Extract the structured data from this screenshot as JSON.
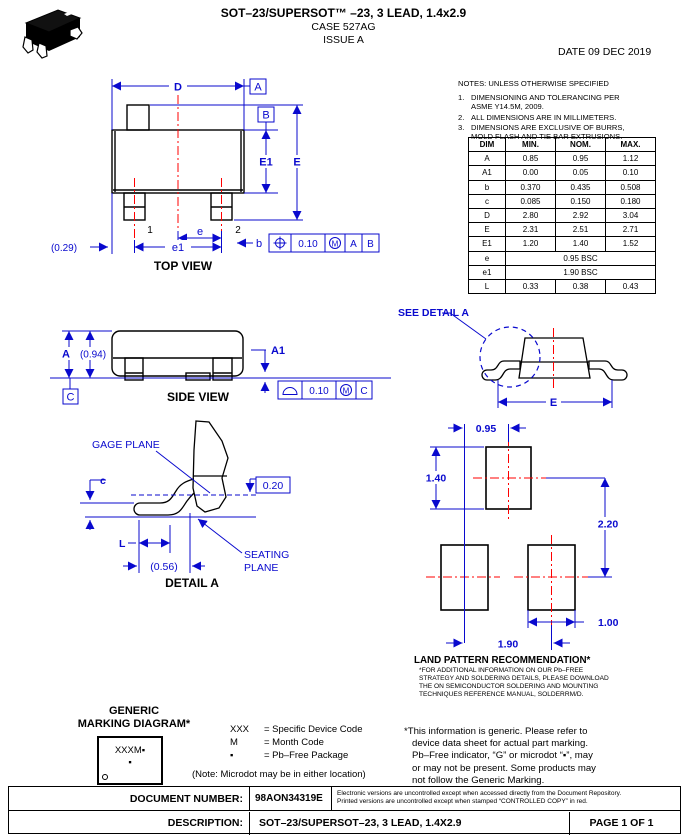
{
  "colors": {
    "dimension_blue": "#0909CE",
    "centerline_red": "#FF0000",
    "ink_black": "#000000"
  },
  "header": {
    "title_line1": "SOT–23/SUPERSOT™ –23, 3 LEAD, 1.4x2.9",
    "title_line2": "CASE 527AG",
    "title_line3": "ISSUE A",
    "date": "DATE 09 DEC 2019"
  },
  "notes": {
    "heading": "NOTES: UNLESS OTHERWISE SPECIFIED",
    "items": [
      {
        "num": "1.",
        "line1": "DIMENSIONING AND TOLERANCING PER",
        "line2": "ASME Y14.5M, 2009."
      },
      {
        "num": "2.",
        "line1": "ALL DIMENSIONS ARE IN MILLIMETERS.",
        "line2": ""
      },
      {
        "num": "3.",
        "line1": "DIMENSIONS ARE EXCLUSIVE OF BURRS,",
        "line2": "MOLD FLASH AND TIE BAR EXTRUSIONS."
      }
    ]
  },
  "dim_table": {
    "headers": [
      "DIM",
      "MIN.",
      "NOM.",
      "MAX."
    ],
    "rows": [
      {
        "dim": "A",
        "min": "0.85",
        "nom": "0.95",
        "max": "1.12"
      },
      {
        "dim": "A1",
        "min": "0.00",
        "nom": "0.05",
        "max": "0.10"
      },
      {
        "dim": "b",
        "min": "0.370",
        "nom": "0.435",
        "max": "0.508"
      },
      {
        "dim": "c",
        "min": "0.085",
        "nom": "0.150",
        "max": "0.180"
      },
      {
        "dim": "D",
        "min": "2.80",
        "nom": "2.92",
        "max": "3.04"
      },
      {
        "dim": "E",
        "min": "2.31",
        "nom": "2.51",
        "max": "2.71"
      },
      {
        "dim": "E1",
        "min": "1.20",
        "nom": "1.40",
        "max": "1.52"
      }
    ],
    "span_rows": [
      {
        "dim": "e",
        "value": "0.95 BSC"
      },
      {
        "dim": "e1",
        "value": "1.90 BSC"
      }
    ],
    "last_row": {
      "dim": "L",
      "min": "0.33",
      "nom": "0.38",
      "max": "0.43"
    }
  },
  "top_view": {
    "caption": "TOP VIEW",
    "dim_d": "D",
    "dim_e": "E",
    "dim_e1": "E1",
    "dim_e_small": "e",
    "dim_e1_small": "e1",
    "datum_a": "A",
    "datum_b": "B",
    "pin1": "1",
    "pin2": "2",
    "ref_029": "(0.29)",
    "b_label": "b",
    "fcf": {
      "tol": "0.10",
      "mod": "M",
      "datum1": "A",
      "datum2": "B"
    }
  },
  "side_view": {
    "caption": "SIDE VIEW",
    "dim_a": "A",
    "ref_094": "(0.94)",
    "dim_a1": "A1",
    "datum_c": "C",
    "fcf": {
      "tol": "0.10",
      "mod": "M",
      "datum": "C"
    }
  },
  "detail_a": {
    "caption": "DETAIL A",
    "gage_plane": "GAGE PLANE",
    "dim_c": "c",
    "ref_020": "0.20",
    "dim_l": "L",
    "ref_056": "(0.56)",
    "seating_1": "SEATING",
    "seating_2": "PLANE"
  },
  "e_view": {
    "see_detail": "SEE DETAIL A",
    "dim_e": "E"
  },
  "land_pattern": {
    "title": "LAND PATTERN RECOMMENDATION*",
    "note_lines": [
      "*FOR ADDITIONAL INFORMATION ON OUR Pb–FREE",
      "STRATEGY AND SOLDERING DETAILS, PLEASE DOWNLOAD",
      "THE ON SEMICONDUCTOR SOLDERING AND MOUNTING",
      "TECHNIQUES REFERENCE MANUAL, SOLDERRM/D."
    ],
    "dims": {
      "pad_top_width": "0.95",
      "pad_top_height": "1.40",
      "pitch_vertical": "2.20",
      "pad_bottom_width": "1.00",
      "pitch_horizontal": "1.90"
    }
  },
  "marking": {
    "title_line1": "GENERIC",
    "title_line2": "MARKING DIAGRAM*",
    "code": "XXXM▪",
    "dot": "▪",
    "legend": [
      {
        "sym": "XXX",
        "meaning": "= Specific Device Code"
      },
      {
        "sym": "M",
        "meaning": "= Month Code"
      },
      {
        "sym": "▪",
        "meaning": "= Pb–Free Package"
      }
    ],
    "note": "(Note: Microdot may be in either location)"
  },
  "generic_note": {
    "lines": [
      "*This information is generic. Please refer to",
      "device data sheet for actual part marking.",
      "Pb–Free indicator, “G” or microdot “▪”, may",
      "or may not be present. Some products may",
      "not follow the Generic Marking."
    ]
  },
  "footer": {
    "doc_label": "DOCUMENT NUMBER:",
    "doc_number": "98AON34319E",
    "small_print_1": "Electronic versions are uncontrolled except when accessed directly from the Document Repository.",
    "small_print_2": "Printed versions are uncontrolled except when stamped “CONTROLLED COPY” in red.",
    "desc_label": "DESCRIPTION:",
    "description": "SOT–23/SUPERSOT–23, 3 LEAD, 1.4X2.9",
    "page": "PAGE 1 OF 1"
  }
}
